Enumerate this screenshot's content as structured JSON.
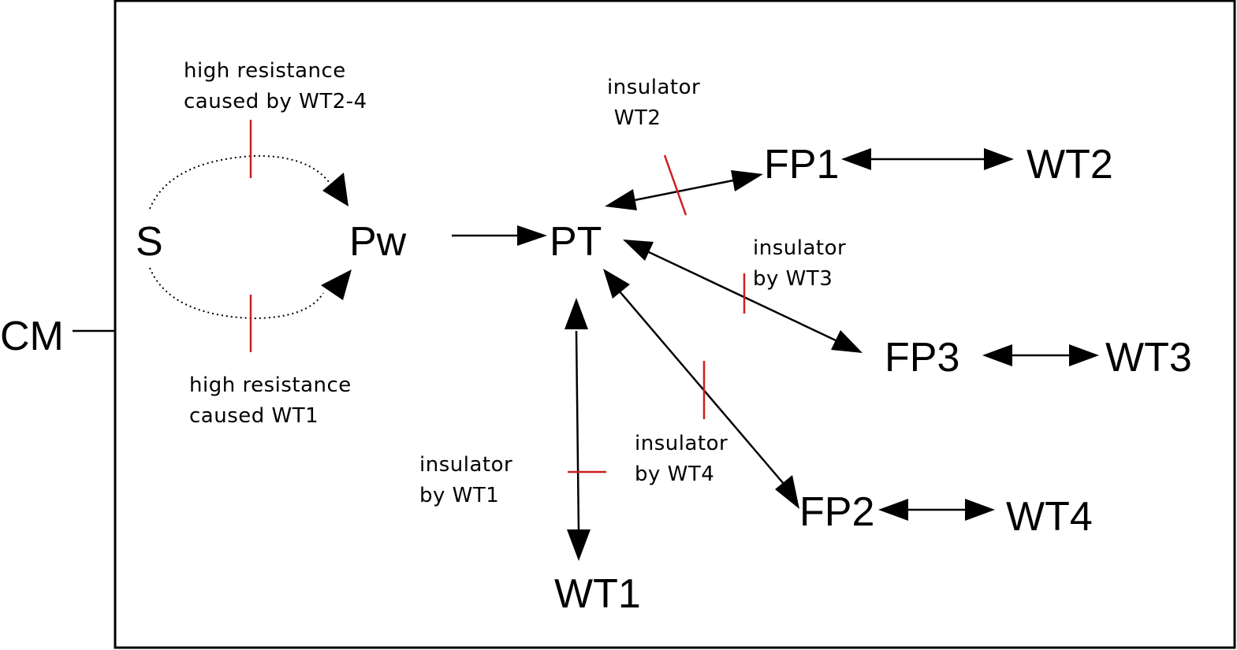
{
  "nodes": {
    "cm": "CM",
    "s": "S",
    "pw": "Pw",
    "pt": "PT",
    "fp1": "FP1",
    "fp2": "FP2",
    "fp3": "FP3",
    "wt1": "WT1",
    "wt2": "WT2",
    "wt3": "WT3",
    "wt4": "WT4"
  },
  "annotations": {
    "top_resistance": [
      "high resistance",
      "caused by WT2-4"
    ],
    "bottom_resistance": [
      "high resistance",
      "caused WT1"
    ],
    "insulator_wt2": [
      "insulator",
      " WT2"
    ],
    "insulator_wt3": [
      "insulator",
      "by WT3"
    ],
    "insulator_wt4": [
      "insulator",
      "by WT4"
    ],
    "insulator_wt1": [
      "insulator",
      "by WT1"
    ]
  },
  "colors": {
    "line": "#000000",
    "insulator_mark": "#cc1f1f"
  }
}
